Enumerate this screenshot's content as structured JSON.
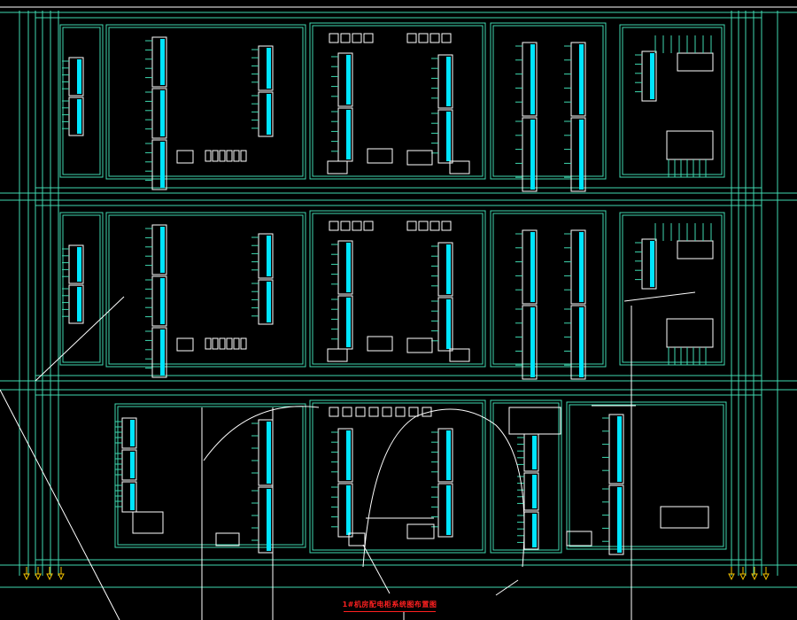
{
  "drawing": {
    "title": "1#机房配电柜系统图布置图",
    "colors": {
      "background": "#000000",
      "frame": "#3fd9b0",
      "module": "#00e5ff",
      "outline": "#ffffff",
      "title": "#ff2020",
      "terminal": "#f2c200"
    },
    "rows": [
      {
        "name": "row-1"
      },
      {
        "name": "row-2"
      },
      {
        "name": "row-3"
      }
    ]
  }
}
